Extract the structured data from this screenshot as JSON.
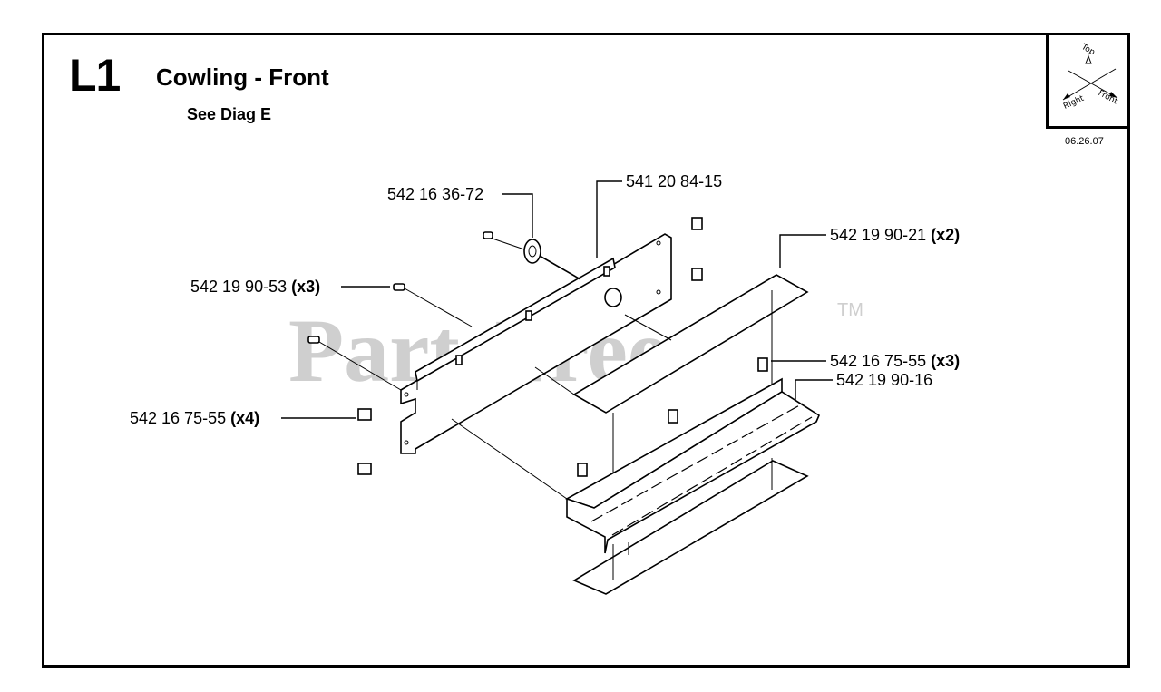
{
  "header": {
    "section_code": "L1",
    "title": "Cowling - Front",
    "subtitle": "See Diag E",
    "date": "06.26.07"
  },
  "orientation": {
    "top": "Top",
    "right": "Right",
    "front": "Front"
  },
  "watermark": {
    "text": "PartsTree",
    "tm": "TM"
  },
  "callouts": [
    {
      "part_number": "542 16 36-72",
      "qty": ""
    },
    {
      "part_number": "541 20 84-15",
      "qty": ""
    },
    {
      "part_number": "542 19 90-21",
      "qty": "(x2)"
    },
    {
      "part_number": "542 19 90-53",
      "qty": "(x3)"
    },
    {
      "part_number": "542 16 75-55",
      "qty": "(x3)"
    },
    {
      "part_number": "542 19 90-16",
      "qty": ""
    },
    {
      "part_number": "542 16 75-55",
      "qty": "(x4)"
    }
  ]
}
